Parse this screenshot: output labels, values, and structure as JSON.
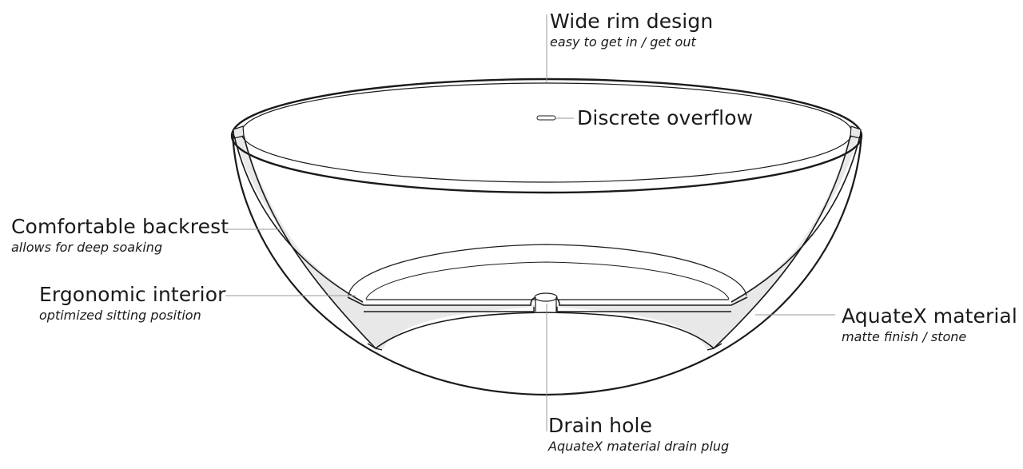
{
  "diagram": {
    "colors": {
      "outline": "#1a1a1a",
      "leader_line": "#9a9a9a",
      "section_fill": "#e8e8e8",
      "background": "#ffffff"
    },
    "callouts": {
      "rim": {
        "title": "Wide rim design",
        "subtitle": "easy to get in / get out"
      },
      "overflow": {
        "title": "Discrete overflow"
      },
      "backrest": {
        "title": "Comfortable backrest",
        "subtitle": "allows for deep soaking"
      },
      "interior": {
        "title": "Ergonomic interior",
        "subtitle": "optimized sitting position"
      },
      "material": {
        "title": "AquateX material",
        "subtitle": "matte finish / stone"
      },
      "drain": {
        "title": "Drain hole",
        "subtitle": "AquateX material drain plug"
      }
    }
  }
}
